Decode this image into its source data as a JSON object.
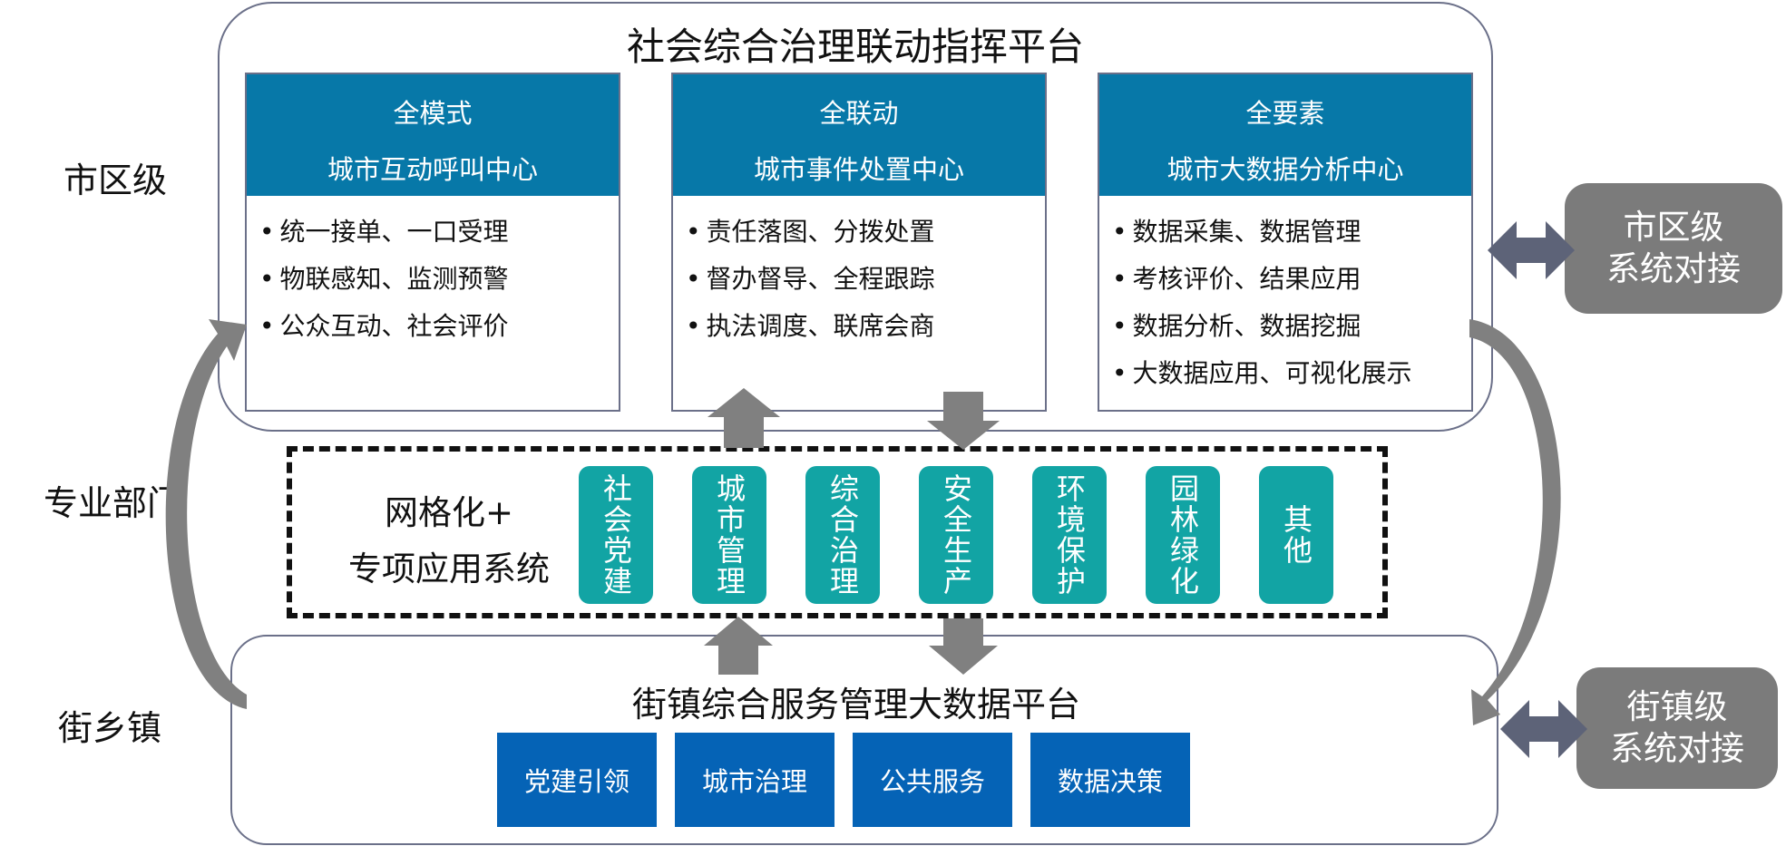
{
  "levels": {
    "city": "市区级",
    "department": "专业部门",
    "street": "街乡镇"
  },
  "city_platform": {
    "title": "社会综合治理联动指挥平台",
    "cards": [
      {
        "line1": "全模式",
        "line2": "城市互动呼叫中心",
        "items": [
          "统一接单、一口受理",
          "物联感知、监测预警",
          "公众互动、社会评价"
        ]
      },
      {
        "line1": "全联动",
        "line2": "城市事件处置中心",
        "items": [
          "责任落图、分拨处置",
          "督办督导、全程跟踪",
          "执法调度、联席会商"
        ]
      },
      {
        "line1": "全要素",
        "line2": "城市大数据分析中心",
        "items": [
          "数据采集、数据管理",
          "考核评价、结果应用",
          "数据分析、数据挖掘",
          "大数据应用、可视化展示"
        ]
      }
    ]
  },
  "grid_system": {
    "title_line1": "网格化+",
    "title_line2": "专项应用系统",
    "tiles": [
      "社会党建",
      "城市管理",
      "综合治理",
      "安全生产",
      "环境保护",
      "园林绿化",
      "其他"
    ]
  },
  "street_platform": {
    "title": "街镇综合服务管理大数据平台",
    "buttons": [
      "党建引领",
      "城市治理",
      "公共服务",
      "数据决策"
    ]
  },
  "docking": {
    "city_line1": "市区级",
    "city_line2": "系统对接",
    "street_line1": "街镇级",
    "street_line2": "系统对接"
  },
  "colors": {
    "card_header": "#0778a8",
    "tile": "#12a4a4",
    "street_button": "#0563b6",
    "docking_box": "#7b7b7b",
    "arrow_grey": "#808080",
    "double_arrow": "#5d6378"
  }
}
